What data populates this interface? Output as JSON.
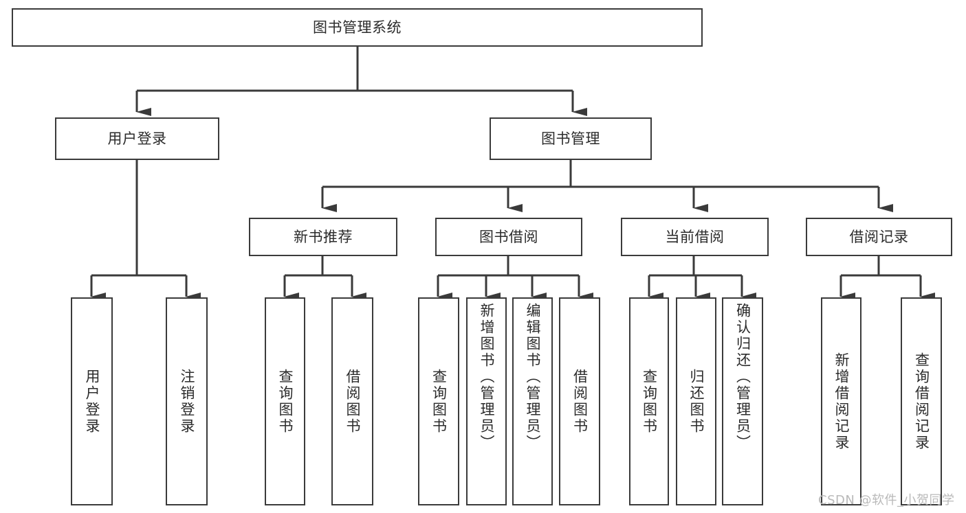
{
  "diagram": {
    "title_node": {
      "label": "图书管理系统"
    },
    "level1": [
      {
        "id": "user-login",
        "label": "用户登录"
      },
      {
        "id": "book-management",
        "label": "图书管理"
      }
    ],
    "level2": [
      {
        "id": "new-book-recommend",
        "label": "新书推荐"
      },
      {
        "id": "book-borrow",
        "label": "图书借阅"
      },
      {
        "id": "current-borrow",
        "label": "当前借阅"
      },
      {
        "id": "borrow-record",
        "label": "借阅记录"
      }
    ],
    "leaves": [
      {
        "id": "leaf-user-login",
        "label": "用户登录",
        "parent": "user-login"
      },
      {
        "id": "leaf-logout-login",
        "label": "注销登录",
        "parent": "user-login"
      },
      {
        "id": "leaf-query-book-1",
        "label": "查询图书",
        "parent": "new-book-recommend"
      },
      {
        "id": "leaf-borrow-book-1",
        "label": "借阅图书",
        "parent": "new-book-recommend"
      },
      {
        "id": "leaf-query-book-2",
        "label": "查询图书",
        "parent": "book-borrow"
      },
      {
        "id": "leaf-add-book",
        "label": "新增图书（管理员）",
        "parent": "book-borrow"
      },
      {
        "id": "leaf-edit-book",
        "label": "编辑图书（管理员）",
        "parent": "book-borrow"
      },
      {
        "id": "leaf-borrow-book-2",
        "label": "借阅图书",
        "parent": "book-borrow"
      },
      {
        "id": "leaf-query-book-3",
        "label": "查询图书",
        "parent": "current-borrow"
      },
      {
        "id": "leaf-return-book",
        "label": "归还图书",
        "parent": "current-borrow"
      },
      {
        "id": "leaf-confirm-return",
        "label": "确认归还（管理员）",
        "parent": "current-borrow"
      },
      {
        "id": "leaf-add-record",
        "label": "新增借阅记录",
        "parent": "borrow-record"
      },
      {
        "id": "leaf-query-record",
        "label": "查询借阅记录",
        "parent": "borrow-record"
      }
    ]
  },
  "watermark": {
    "text": "CSDN @软件_小贺同学"
  },
  "colors": {
    "stroke": "#3a3a3a",
    "text": "#2b2b2b",
    "background": "#ffffff",
    "watermark": "#b9b9b9"
  }
}
